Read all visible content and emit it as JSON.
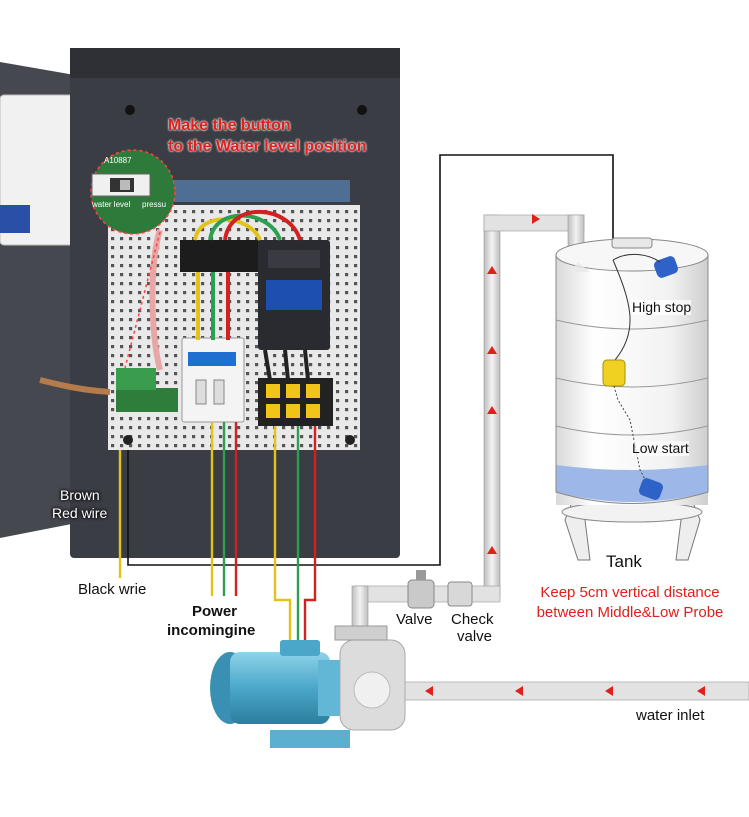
{
  "annotation": {
    "line1": "Make the button",
    "line2": "to the Water level position"
  },
  "switch_board": {
    "model": "A10887",
    "left_label": "water level",
    "right_label": "pressu"
  },
  "labels": {
    "brown": "Brown",
    "red_wire": "Red wire",
    "black_wire": "Black wrie",
    "power_line1": "Power",
    "power_line2": "incomingine",
    "valve": "Valve",
    "check_line1": "Check",
    "check_line2": "valve",
    "high_stop": "High stop",
    "low_start": "Low start",
    "tank": "Tank",
    "water_inlet": "water inlet"
  },
  "note": {
    "line1": "Keep 5cm vertical distance",
    "line2": "between Middle&Low Probe"
  },
  "colors": {
    "cabinet": "#3a3d44",
    "panel": "#e6e6e6",
    "pipe": "#dcdcdc",
    "arrow": "#e0201c",
    "water": "#9db8e8",
    "float": "#2f62c8",
    "weight": "#f0d020",
    "pump": "#4aa7c9"
  }
}
